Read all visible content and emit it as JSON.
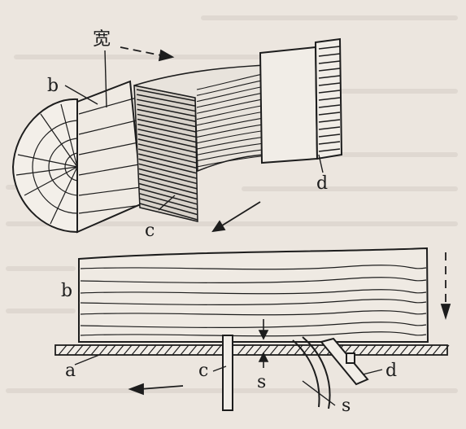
{
  "figure": {
    "top": {
      "label_width": "宽",
      "label_b": "b",
      "label_c": "c",
      "label_d": "d"
    },
    "bottom": {
      "label_b": "b",
      "label_a": "a",
      "label_c": "c",
      "label_s1": "s",
      "label_s2": "s",
      "label_d": "d"
    }
  },
  "colors": {
    "ink": "#1d1d1d",
    "paper": "#ece6df",
    "bleed_text": "#c9c0b8"
  }
}
